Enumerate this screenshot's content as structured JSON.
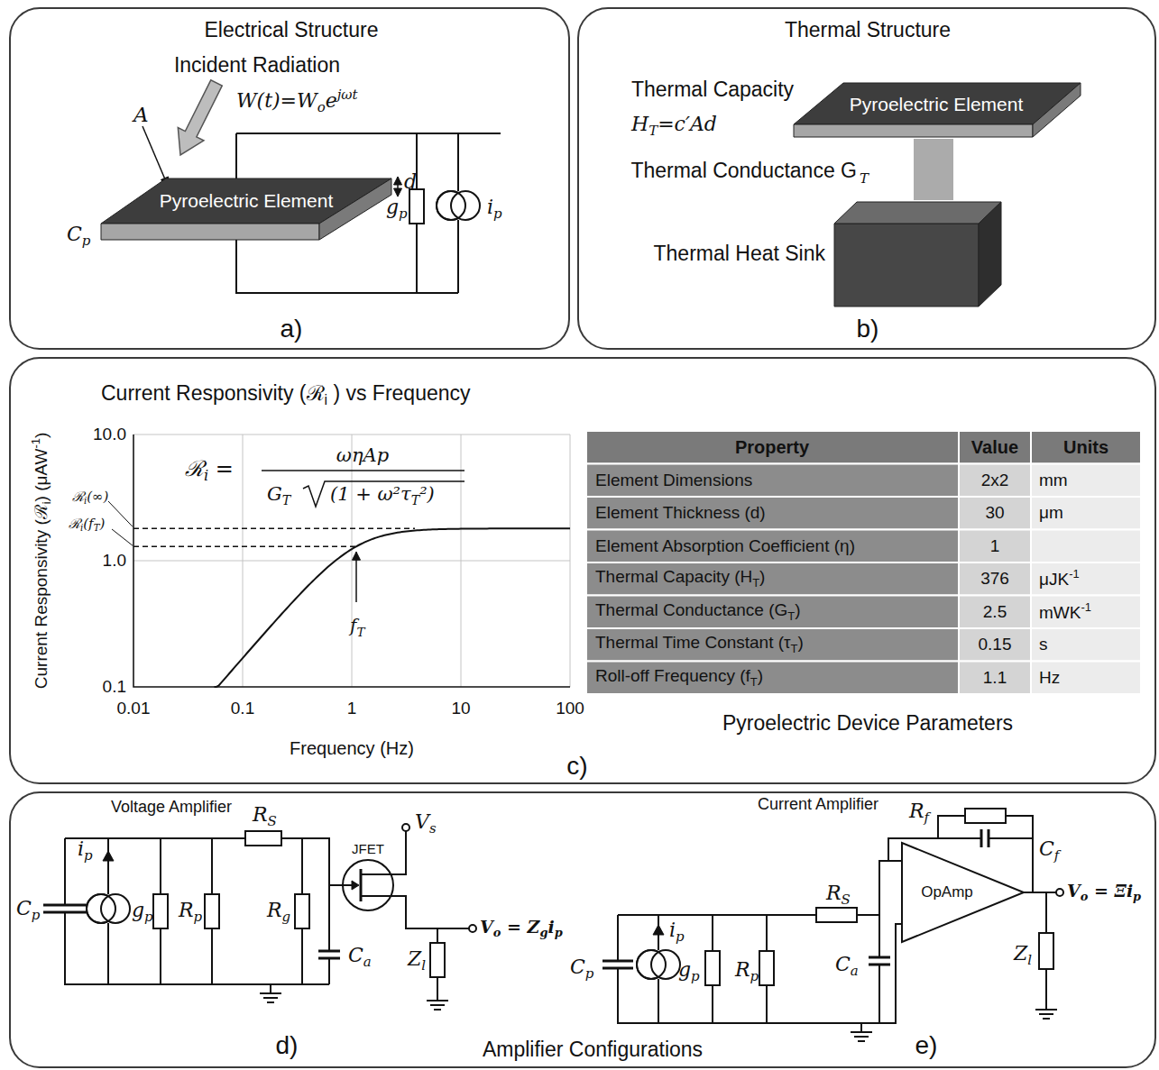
{
  "diagram": {
    "nodes": [
      {
        "text": [
          "Electrical Structure",
          "a)"
        ]
      },
      {
        "text": [
          "Pyroelectric Element"
        ],
        "in": 0
      },
      {
        "text": [
          "Thermal Structure",
          "b)"
        ]
      },
      {
        "text": [
          "Pyroelectric Element"
        ],
        "in": 2
      },
      {
        "text": [
          "Thermal Heat Sink"
        ],
        "in": 2
      },
      {
        "text": [
          "c)"
        ]
      },
      {
        "text": [
          "Amplifier Configurations"
        ]
      },
      {
        "text": [
          "JFET"
        ],
        "in": 6
      },
      {
        "text": [
          "OpAmp"
        ],
        "in": 6
      }
    ],
    "edges": [
      {
        "from": 3,
        "to": 4,
        "arrow": "none",
        "label": "Thermal Conductance G"
      }
    ],
    "labels": [
      "Incident Radiation",
      "W(t)=W",
      "o",
      "e",
      "jωt",
      "A",
      "d",
      "g",
      "p",
      "i",
      "p",
      "C",
      "p",
      "Thermal Capacity",
      "H",
      "T",
      "=c′Ad",
      "T",
      "Current Responsivity (ℛ",
      "i",
      " ) vs Frequency",
      "ℛ",
      "i",
      " =",
      "ωηAp",
      "G",
      "T",
      "(1 + ω²τ",
      "T",
      "²)",
      "Current Responsivity (ℛ",
      "i",
      ") (μAW",
      "-1",
      ")",
      "10.0",
      "1.0",
      "0.1",
      "ℛ",
      "i",
      "(∞)",
      "ℛ",
      "i",
      "(f",
      "T",
      ")",
      "0.01",
      "0.1",
      "1",
      "10",
      "100",
      "Frequency (Hz)",
      "f",
      "T",
      "Property",
      "Value",
      "Units",
      "Element Dimensions",
      "2x2",
      "mm",
      "Element Thickness (d)",
      "30",
      "μm",
      "Element Absorption Coefficient (η)",
      "1",
      "Thermal Capacity (H",
      "T",
      ")",
      "376",
      "μJK",
      "-1",
      "Thermal Conductance (G",
      "T",
      ")",
      "2.5",
      "mWK",
      "-1",
      "Thermal Time Constant (τ",
      "T",
      ")",
      "0.15",
      "s",
      "Roll-off Frequency (f",
      "T",
      ")",
      "1.1",
      "Hz",
      "Pyroelectric Device Parameters",
      "Voltage Amplifier",
      "i",
      "p",
      "C",
      "p",
      "g",
      "p",
      "R",
      "p",
      "R",
      "S",
      "R",
      "g",
      "C",
      "a",
      "V",
      "s",
      "V",
      "o",
      " = Z",
      "g",
      "i",
      "p",
      "Z",
      "l",
      "d)",
      "Current Amplifier",
      "i",
      "p",
      "C",
      "p",
      "g",
      "p",
      "R",
      "p",
      "R",
      "S",
      "C",
      "a",
      "R",
      "f",
      "C",
      "f",
      "V",
      "o",
      " = Ξi",
      "p",
      "Z",
      "l",
      "e)"
    ]
  }
}
